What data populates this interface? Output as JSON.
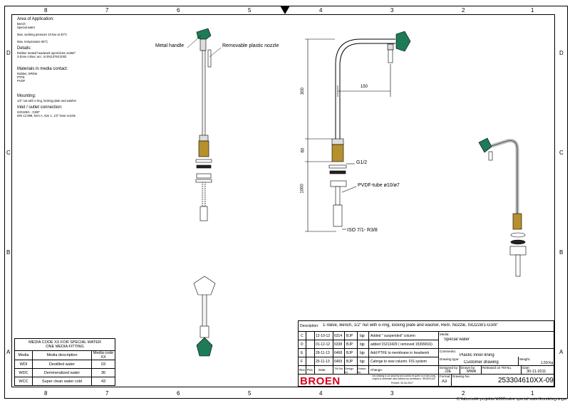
{
  "columns_top": [
    "8",
    "7",
    "6",
    "5",
    "4",
    "3",
    "2",
    "1"
  ],
  "rows": [
    "D",
    "C",
    "B",
    "A"
  ],
  "notes": {
    "area_title": "Area of Application:",
    "area_lines": [
      "Bench",
      "Special water"
    ],
    "pressure": "Max. working pressure 10 bar at 20°C",
    "temperature": "Max. temperature 65°C",
    "details_title": "Details:",
    "details_lines": [
      "Rubber sealed headwork open/close 2x360°",
      "3-Zone colour, acc. to EN13792:2002"
    ],
    "materials_title": "Materials in media contact:",
    "materials_lines": [
      "Rubber, EPDM",
      "PTFE",
      "PVDF"
    ],
    "mounting_title": "Mounting:",
    "mounting_lines": [
      "1/2\" nut with o-ring, locking plate and washer"
    ],
    "inlet_title": "Inlet / outlet connection:",
    "inlet_lines": [
      "ISO228/1 - G3/8\"",
      "DIN 12 898, form A, size 1, 1/2\" hose nozzle"
    ]
  },
  "labels": {
    "metal_handle": "Metal handle",
    "plastic_nozzle": "Removable plastic nozzle",
    "g12": "G1/2",
    "pvdf_tube": "PVDF-tube ø10/ø7",
    "iso": "ISO 7/1- R3/8"
  },
  "dimensions": {
    "d300": "300",
    "d150": "150",
    "d60": "60",
    "d1000": "1000"
  },
  "media_table": {
    "title_line1": "MEDIA CODE XX FOR SPECIAL WATER",
    "title_line2": "ONE MEDIA FITTING",
    "headers": [
      "Media",
      "Media description",
      "Media code XX"
    ],
    "rows": [
      [
        "WDI",
        "Destilled water",
        "03"
      ],
      [
        "WDC",
        "Demineralized water",
        "36"
      ],
      [
        "WCC",
        "Super clean water cold",
        "43"
      ]
    ]
  },
  "title_block": {
    "description_label": "Description:",
    "description": "1-Valve, Bench, 1/2\" nut with o-ring, locking plate and washer, Rem. Nozzle, ISO228/1-G3/8\"",
    "revisions": [
      {
        "rev": "C",
        "date": "12-10-12",
        "no": "6314",
        "design": "BJP",
        "drawn": "bjp",
        "change": "Added \" suspended\" column"
      },
      {
        "rev": "D",
        "date": "01-12-12",
        "no": "6338",
        "design": "BJP",
        "drawn": "bjp",
        "change": "added 15213429 ( removed 15399016)"
      },
      {
        "rev": "E",
        "date": "28-11-13",
        "no": "6468",
        "design": "BJP",
        "drawn": "bjp",
        "change": "Add PTFE to membrane in headwork"
      },
      {
        "rev": "F",
        "date": "25-11-13",
        "no": "6469",
        "design": "BJP",
        "drawn": "bjp",
        "change": "Cahnge to new column. FIS system"
      }
    ],
    "rev_headers": [
      "Rev",
      "Pos",
      "Date",
      "TM No.",
      "Design by",
      "Drawn by",
      "Change:"
    ],
    "media_label": "Media:",
    "media_value": "Special water",
    "comments_label": "Comments:",
    "comments_value": "Plastic inner-lining",
    "drawing_type_label": "Drawing type:",
    "drawing_type_value": "Customer drawing",
    "weight_label": "Weight:",
    "weight_value": "1.59 Kg",
    "designed_label": "Designed by:",
    "designed_value": "JJE",
    "drawn_label": "Drawn by:",
    "drawn_value": "MWA",
    "released_label": "Released on TM No.",
    "date_label": "Date:",
    "date_value": "30-11-2011",
    "format_label": "Format",
    "format_value": "A3",
    "drawing_no_label": "Drawing No.",
    "drawing_no_value": "253304610XX-09",
    "brand": "BROEN",
    "copyright": "This drawing is our property and cannot be given to a third party, copied or otherwise used without our permission - BROEN A/S",
    "printed": "Printed: 30-03-2017"
  },
  "footer_path": "C:\\laboroukk-projekter\\k066\\valve special water\\kundetegninger"
}
